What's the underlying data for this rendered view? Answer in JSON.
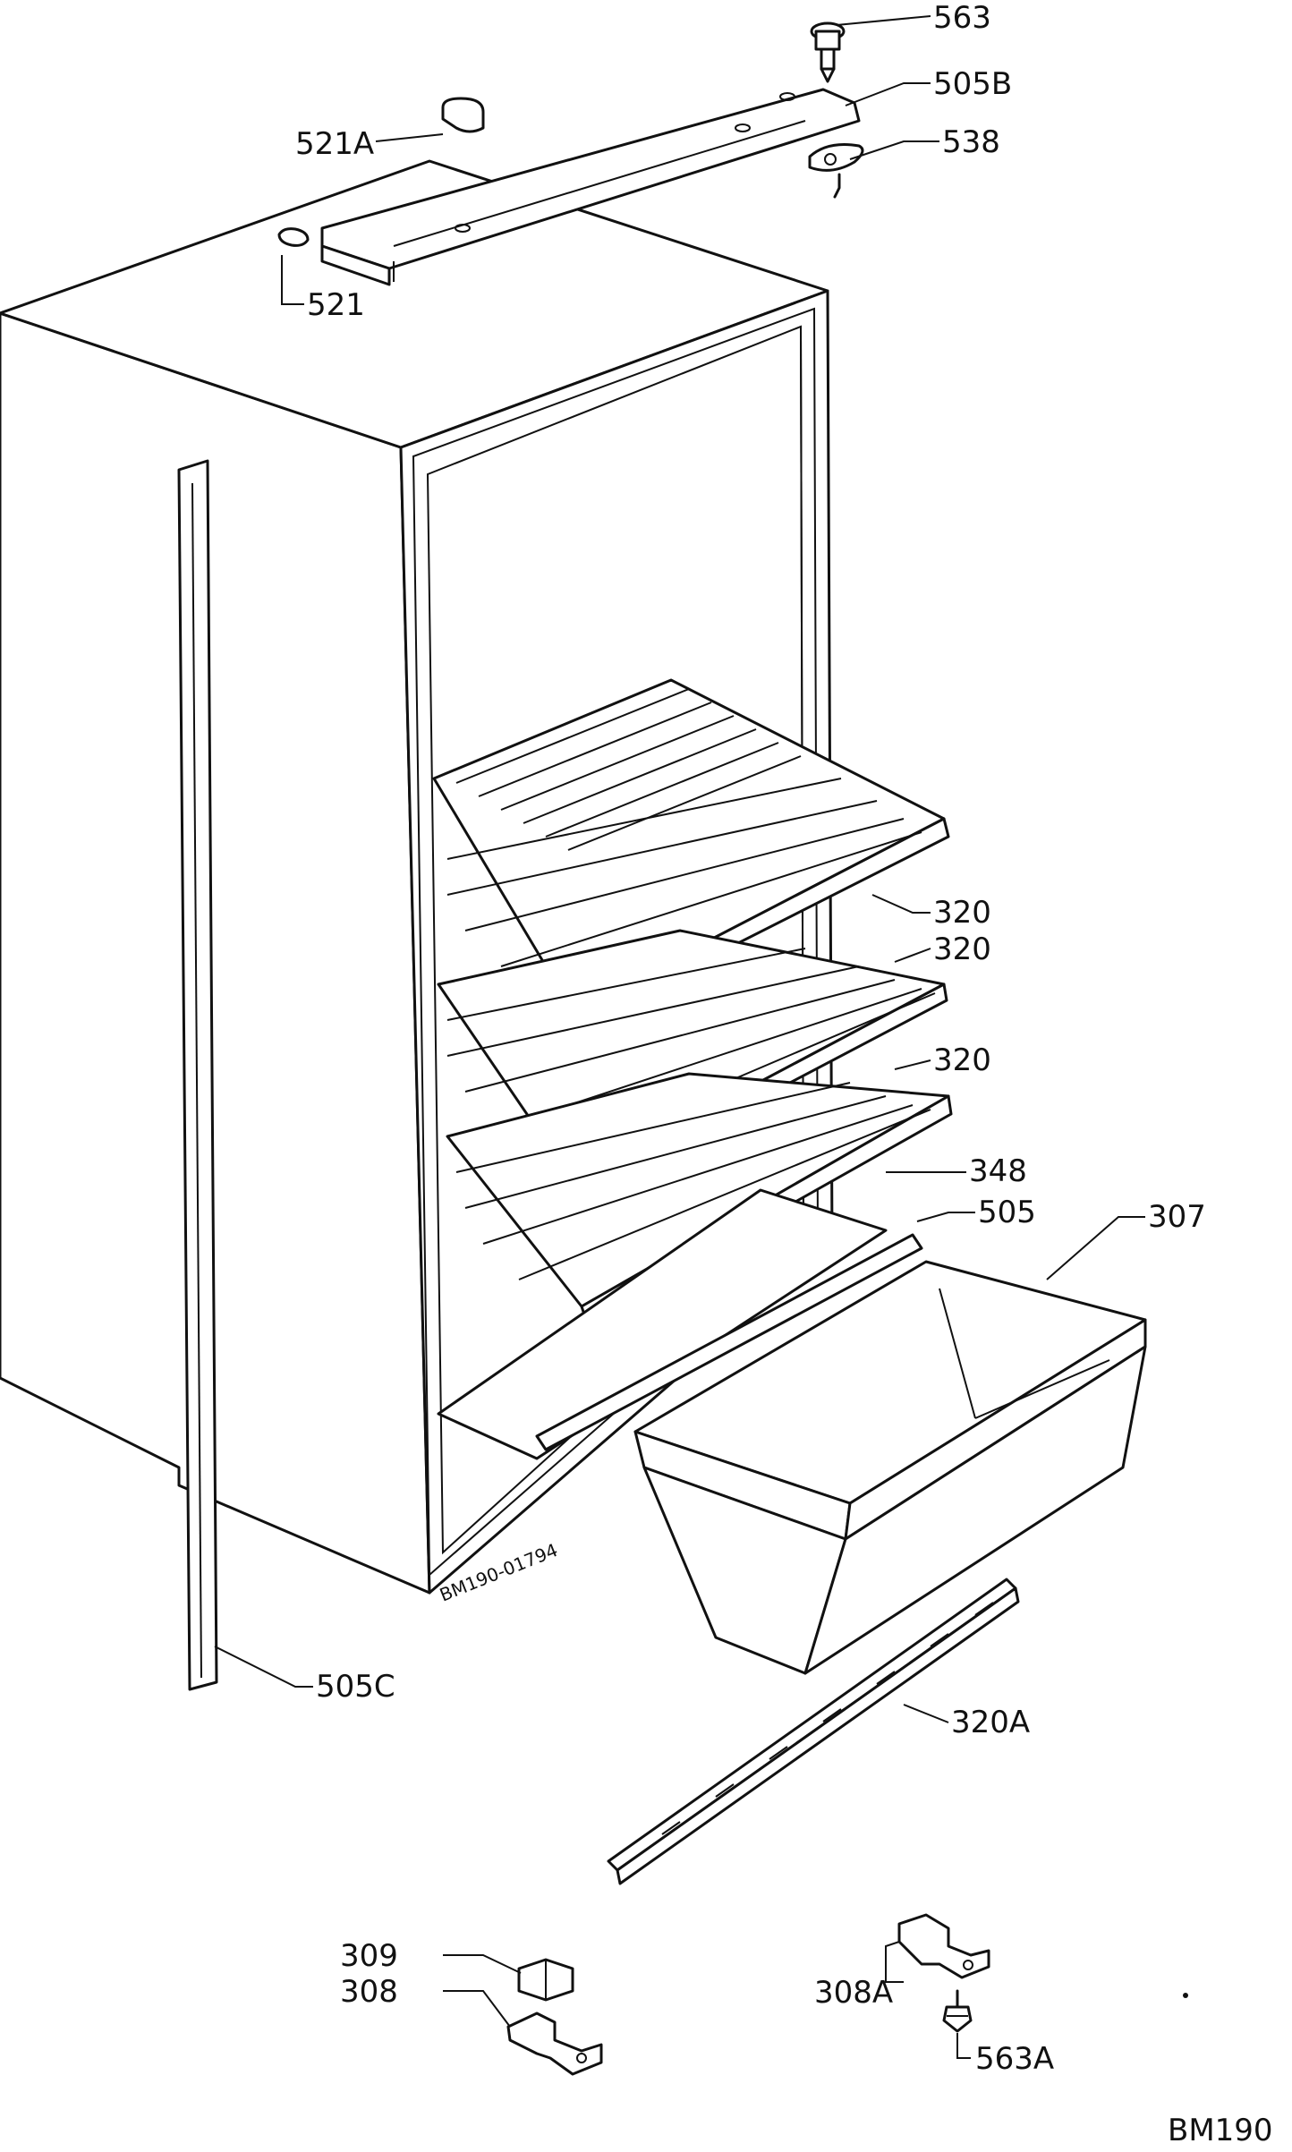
{
  "diagram": {
    "sheet_code": "BM190",
    "stamp_text": "BM190-01794",
    "parts": [
      {
        "id": "563",
        "label": "563"
      },
      {
        "id": "505B",
        "label": "505B"
      },
      {
        "id": "521A",
        "label": "521A"
      },
      {
        "id": "538",
        "label": "538"
      },
      {
        "id": "521",
        "label": "521"
      },
      {
        "id": "320a",
        "label": "320"
      },
      {
        "id": "320b",
        "label": "320"
      },
      {
        "id": "320c",
        "label": "320"
      },
      {
        "id": "348",
        "label": "348"
      },
      {
        "id": "505",
        "label": "505"
      },
      {
        "id": "307",
        "label": "307"
      },
      {
        "id": "505C",
        "label": "505C"
      },
      {
        "id": "320A",
        "label": "320A"
      },
      {
        "id": "309",
        "label": "309"
      },
      {
        "id": "308",
        "label": "308"
      },
      {
        "id": "308A",
        "label": "308A"
      },
      {
        "id": "563A",
        "label": "563A"
      }
    ]
  }
}
